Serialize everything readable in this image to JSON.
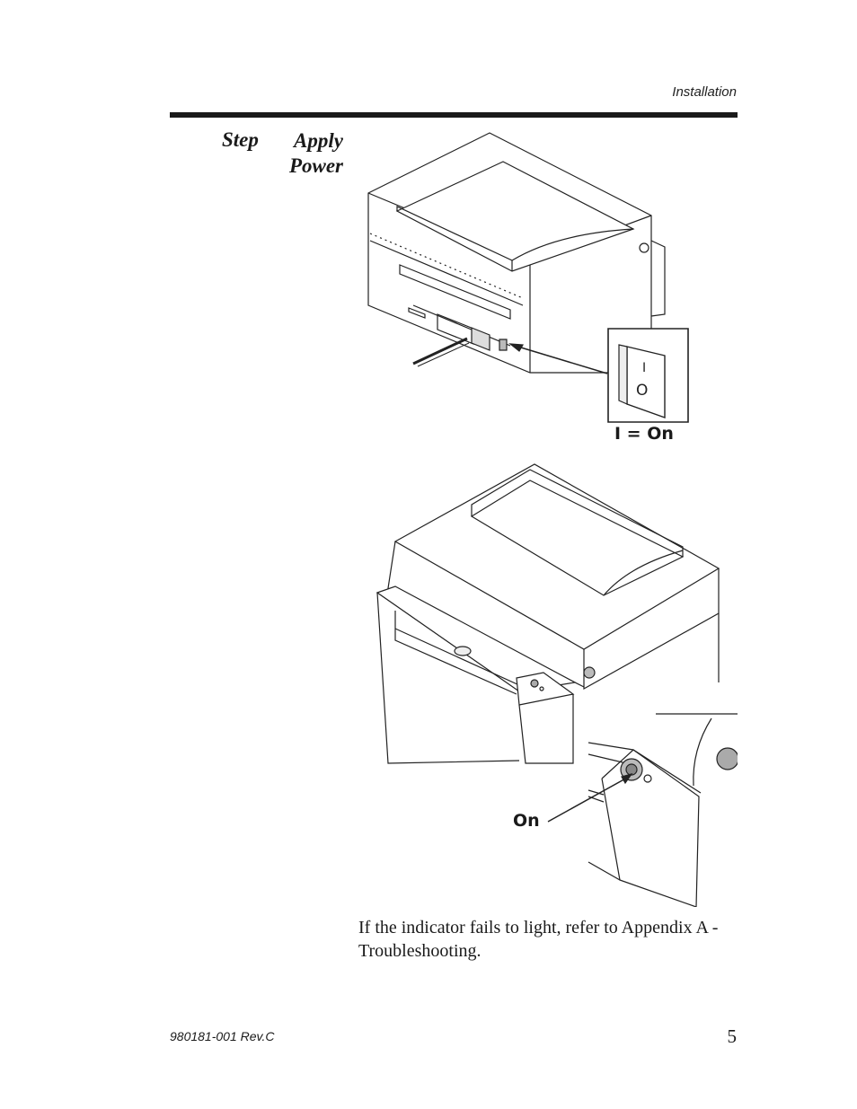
{
  "header": {
    "section": "Installation"
  },
  "step": {
    "label": "Step",
    "title_line1": "Apply",
    "title_line2": "Power"
  },
  "figure1": {
    "switch_on_mark": "I",
    "switch_off_mark": "O",
    "caption": "I = On"
  },
  "figure2": {
    "caption": "On"
  },
  "body": {
    "note": "If the indicator fails to light, refer to Appendix A - Troubleshooting."
  },
  "footer": {
    "doc_number": "980181-001 Rev.C",
    "page_number": "5"
  }
}
